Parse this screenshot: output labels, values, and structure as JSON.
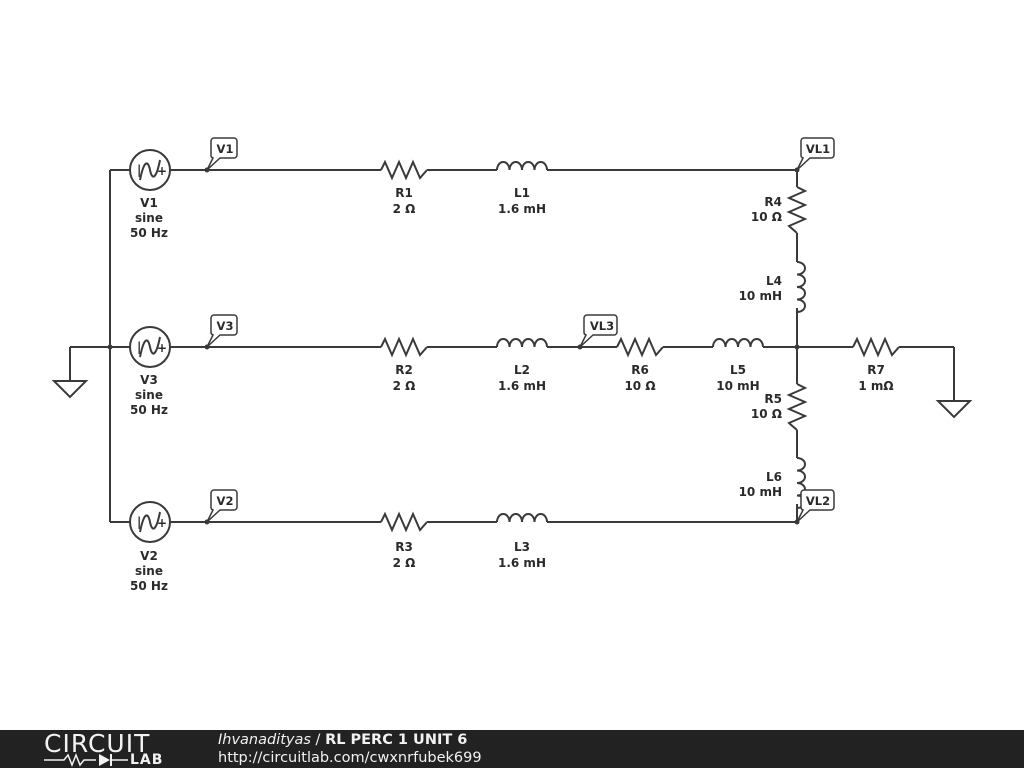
{
  "components": {
    "V1": {
      "name": "V1",
      "type": "sine",
      "freq": "50 Hz"
    },
    "V2": {
      "name": "V2",
      "type": "sine",
      "freq": "50 Hz"
    },
    "V3": {
      "name": "V3",
      "type": "sine",
      "freq": "50 Hz"
    },
    "R1": {
      "name": "R1",
      "value": "2 Ω"
    },
    "R2": {
      "name": "R2",
      "value": "2 Ω"
    },
    "R3": {
      "name": "R3",
      "value": "2 Ω"
    },
    "R4": {
      "name": "R4",
      "value": "10 Ω"
    },
    "R5": {
      "name": "R5",
      "value": "10 Ω"
    },
    "R6": {
      "name": "R6",
      "value": "10 Ω"
    },
    "R7": {
      "name": "R7",
      "value": "1 mΩ"
    },
    "L1": {
      "name": "L1",
      "value": "1.6 mH"
    },
    "L2": {
      "name": "L2",
      "value": "1.6 mH"
    },
    "L3": {
      "name": "L3",
      "value": "1.6 mH"
    },
    "L4": {
      "name": "L4",
      "value": "10 mH"
    },
    "L5": {
      "name": "L5",
      "value": "10 mH"
    },
    "L6": {
      "name": "L6",
      "value": "10 mH"
    }
  },
  "flags": {
    "V1": "V1",
    "V2": "V2",
    "V3": "V3",
    "VL1": "VL1",
    "VL2": "VL2",
    "VL3": "VL3"
  },
  "footer": {
    "logo_top": "CIRCUIT",
    "logo_bottom": "LAB",
    "author": "Ihvanadityas",
    "separator": " / ",
    "title": "RL PERC 1 UNIT 6",
    "url": "http://circuitlab.com/cwxnrfubek699"
  }
}
